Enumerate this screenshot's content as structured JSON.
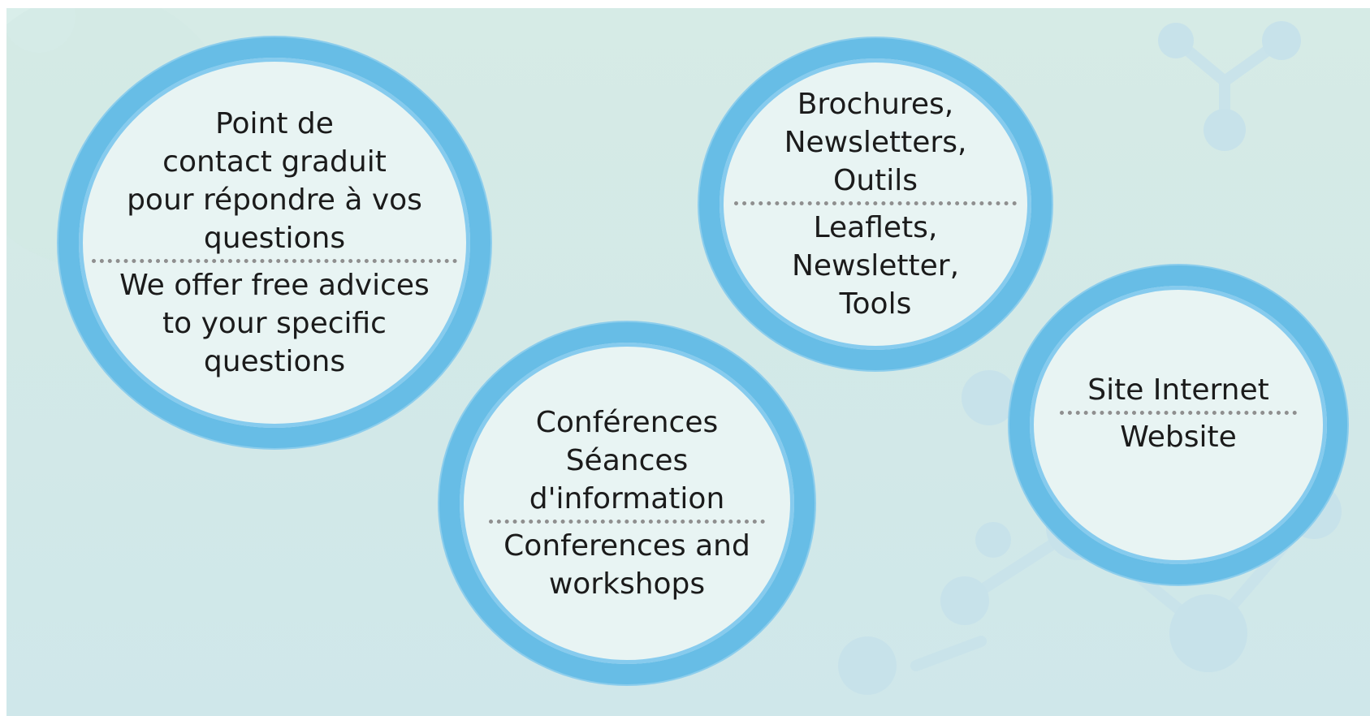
{
  "bubbles": [
    {
      "id": "contact",
      "fr": "Point de\ncontact graduit\npour répondre à vos\nquestions",
      "en": "We offer free advices\nto your specific\nquestions"
    },
    {
      "id": "brochures",
      "fr": "Brochures,\nNewsletters,\nOutils",
      "en": "Leaflets,\nNewsletter,\nTools"
    },
    {
      "id": "conferences",
      "fr": "Conférences\nSéances\nd'information",
      "en": "Conferences and\nworkshops"
    },
    {
      "id": "website",
      "fr": "Site Internet",
      "en": "Website"
    }
  ],
  "colors": {
    "ring": "#67bde6",
    "ring_light": "#86cbee",
    "bubble_fill": "#e8f4f3",
    "background": "#d5eae7",
    "separator": "#8f8f8f",
    "text": "#1b1b1b"
  }
}
